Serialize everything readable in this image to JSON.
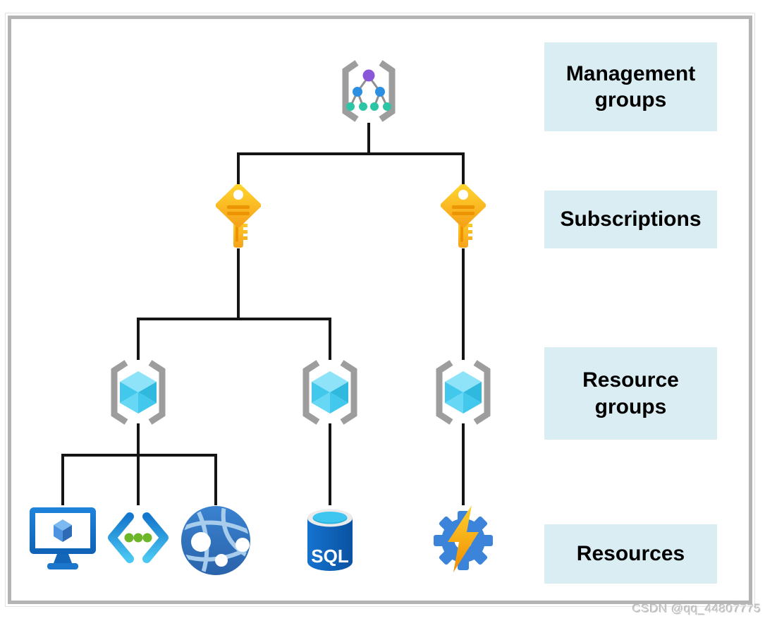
{
  "diagram_type": "azure-scope-hierarchy",
  "levels": [
    {
      "id": "management-groups",
      "text": "Management groups"
    },
    {
      "id": "subscriptions",
      "text": "Subscriptions"
    },
    {
      "id": "resource-groups",
      "text": "Resource groups"
    },
    {
      "id": "resources",
      "text": "Resources"
    }
  ],
  "hierarchy": {
    "root": {
      "icon": "management-group-icon",
      "level": "Management groups",
      "children": 2
    },
    "subscriptions": [
      {
        "icon": "subscription-key-icon",
        "children": 2
      },
      {
        "icon": "subscription-key-icon",
        "children": 1
      }
    ],
    "resource_groups": [
      {
        "icon": "resource-group-icon",
        "children": 3
      },
      {
        "icon": "resource-group-icon",
        "children": 1
      },
      {
        "icon": "resource-group-icon",
        "children": 1
      }
    ],
    "resources": [
      {
        "icon": "virtual-machine-icon"
      },
      {
        "icon": "api-code-icon"
      },
      {
        "icon": "app-service-globe-icon"
      },
      {
        "icon": "sql-database-icon",
        "label": "SQL"
      },
      {
        "icon": "function-gear-icon"
      }
    ]
  },
  "sql": {
    "label": "SQL"
  },
  "watermark": {
    "text": "CSDN @qq_44807775"
  },
  "colors": {
    "label_bg": "#d9edf3",
    "line": "#141414",
    "frame_border": "#b4b4b4",
    "bracket_gray": "#9d9d9d",
    "key_gold": "#fcb817",
    "cube_cyan": "#45c8ec",
    "node_purple": "#8a57d9",
    "node_blue": "#2d8fe2",
    "node_teal": "#2cc5a5",
    "dot_green": "#6db62a",
    "azure_blue": "#1374cf",
    "gear_blue": "#3c84da",
    "bolt_yellow": "#fdc01e",
    "sql_cyan": "#3ec6f0",
    "watermark_gray": "#c8c8c8"
  }
}
